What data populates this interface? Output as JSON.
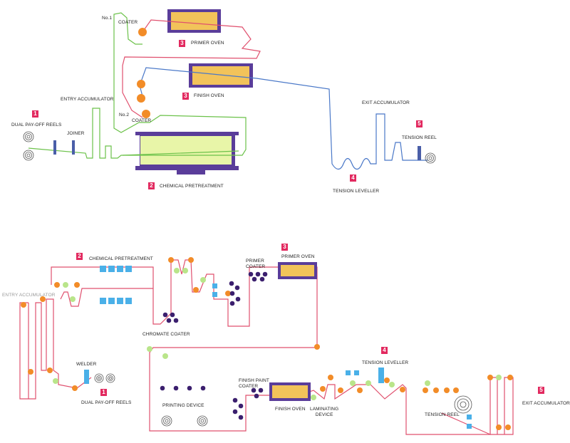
{
  "colors": {
    "green_strip": "#6cc24a",
    "blue_strip": "#4a78c8",
    "pink_strip": "#e0506e",
    "oven_frame": "#5a3d9a",
    "oven_fill": "#f2c35a",
    "pretreat_fill": "#e8f5a8",
    "roller_orange": "#f28c28",
    "roller_green": "#b9e58a",
    "roller_purple": "#3b1f6e",
    "cyan_block": "#4ab0e8",
    "number_badge": "#e2295f"
  },
  "top": {
    "labels": {
      "no1": "No.1",
      "coater1": "COATER",
      "primer_oven": "PRIMER OVEN",
      "finish_oven": "FINISH OVEN",
      "no2": "No.2",
      "coater2": "COATER",
      "entry_accumulator": "ENTRY ACCUMULATOR",
      "dual_payoff": "DUAL PAY-OFF REELS",
      "joiner": "JOINER",
      "chemical_pretreatment": "CHEMICAL PRETREATMENT",
      "exit_accumulator": "EXIT ACCUMULATOR",
      "tension_reel": "TENSION REEL",
      "tension_leveller": "TENSION LEVELLER"
    },
    "numbers": {
      "n1": "1",
      "n2": "2",
      "n3a": "3",
      "n3b": "3",
      "n4": "4",
      "n5": "5"
    }
  },
  "bottom": {
    "labels": {
      "chemical_pretreatment": "CHEMICAL PRETREATMENT",
      "primer_oven": "PRIMER OVEN",
      "primer_coater": "PRIMER\nCOATER",
      "entry_accumulator": "ENTRY ACCUMULATOR",
      "chromate_coater": "CHROMATE COATER",
      "welder": "WELDER",
      "dual_payoff": "DUAL PAY-OFF REELS",
      "tension_leveller": "TENSION LEVELLER",
      "finish_paint_coater": "FINISH PAINT\nCOATER",
      "printing_device": "PRINTING DEVICE",
      "finish_oven": "FINISH OVEN",
      "laminating_device": "LAMINATING\nDEVICE",
      "tension_reel": "TENSION REEL",
      "exit_accumulator": "EXIT ACCUMULATOR"
    },
    "numbers": {
      "n1": "1",
      "n2": "2",
      "n3": "3",
      "n4": "4",
      "n5": "5"
    }
  }
}
